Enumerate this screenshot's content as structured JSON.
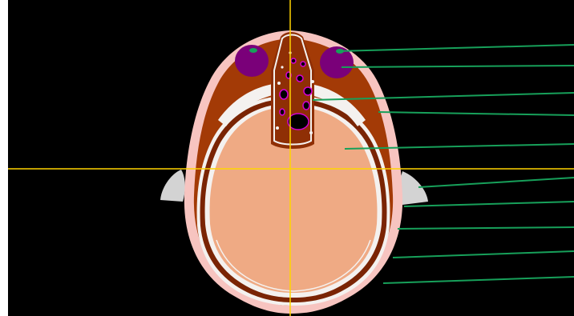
{
  "viewer": {
    "background_color": "#000000",
    "frame_color": "#ffffff",
    "crosshair_color": "#ffd400",
    "leader_line_color": "#17a05a"
  },
  "tissue_colors": {
    "skin": "#f7c4c0",
    "scalp_soft_tissue": "#a33a06",
    "skull_bone": "#f4f1ef",
    "brain": "#efaa84",
    "eye_globe": "#7a0079",
    "ear": "#d3d3d3",
    "sinus_air_outline": "#d400d4"
  },
  "structures": [
    {
      "id": "eye-right",
      "icon": "eye-globe-icon"
    },
    {
      "id": "eye-left",
      "icon": "eye-globe-icon"
    },
    {
      "id": "nasal-sinus",
      "icon": "sinus-icon"
    },
    {
      "id": "orbital-bone",
      "icon": "bone-icon"
    },
    {
      "id": "brain",
      "icon": "brain-icon"
    },
    {
      "id": "ear",
      "icon": "ear-icon"
    },
    {
      "id": "skull-outer",
      "icon": "bone-icon"
    },
    {
      "id": "skull-inner",
      "icon": "bone-icon"
    },
    {
      "id": "scalp",
      "icon": "soft-tissue-icon"
    },
    {
      "id": "skin",
      "icon": "skin-icon"
    }
  ]
}
